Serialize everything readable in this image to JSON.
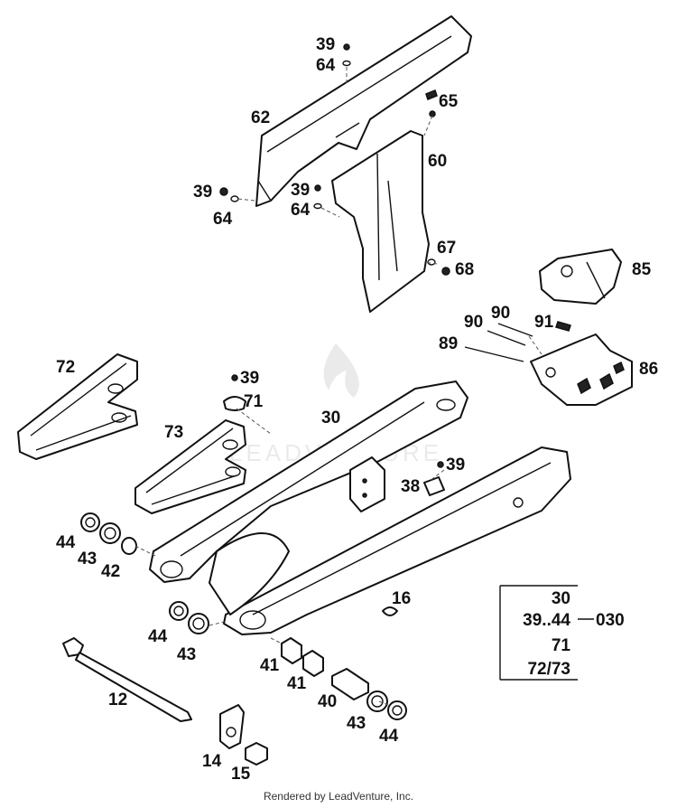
{
  "labels": {
    "l62": "62",
    "l39a": "39",
    "l64a": "64",
    "l65": "65",
    "l60": "60",
    "l39b": "39",
    "l64b": "64",
    "l39c": "39",
    "l64c": "64",
    "l67": "67",
    "l68": "68",
    "l85": "85",
    "l90a": "90",
    "l90b": "90",
    "l91": "91",
    "l89": "89",
    "l86": "86",
    "l72": "72",
    "l39d": "39",
    "l71": "71",
    "l30": "30",
    "l73": "73",
    "l39e": "39",
    "l38": "38",
    "l44a": "44",
    "l43a": "43",
    "l42": "42",
    "l16": "16",
    "l44b": "44",
    "l43b": "43",
    "l41a": "41",
    "l41b": "41",
    "l12": "12",
    "l40": "40",
    "l43c": "43",
    "l44c": "44",
    "l14": "14",
    "l15": "15"
  },
  "kit": {
    "rows": [
      "30",
      "39..44",
      "71",
      "72/73"
    ],
    "code": "030"
  },
  "footer": "Rendered by LeadVenture, Inc."
}
